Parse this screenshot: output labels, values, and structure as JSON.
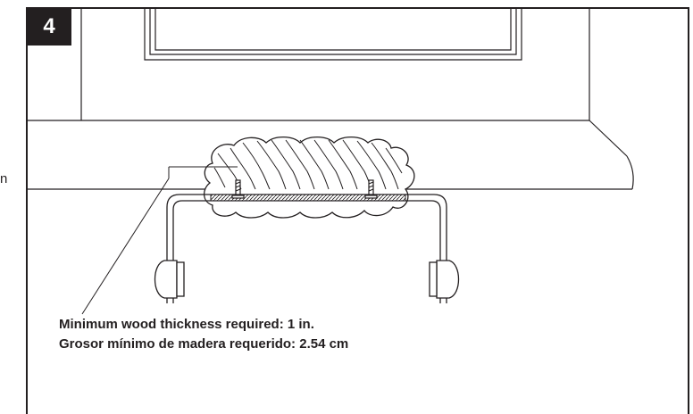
{
  "step_number": "4",
  "caption": {
    "english": "Minimum wood thickness required: 1 in.",
    "spanish": "Grosor mínimo de madera requerido: 2.54 cm"
  },
  "edge_fragment": "n",
  "colors": {
    "line": "#231f20",
    "badge_bg": "#231f20",
    "badge_text": "#ffffff"
  }
}
